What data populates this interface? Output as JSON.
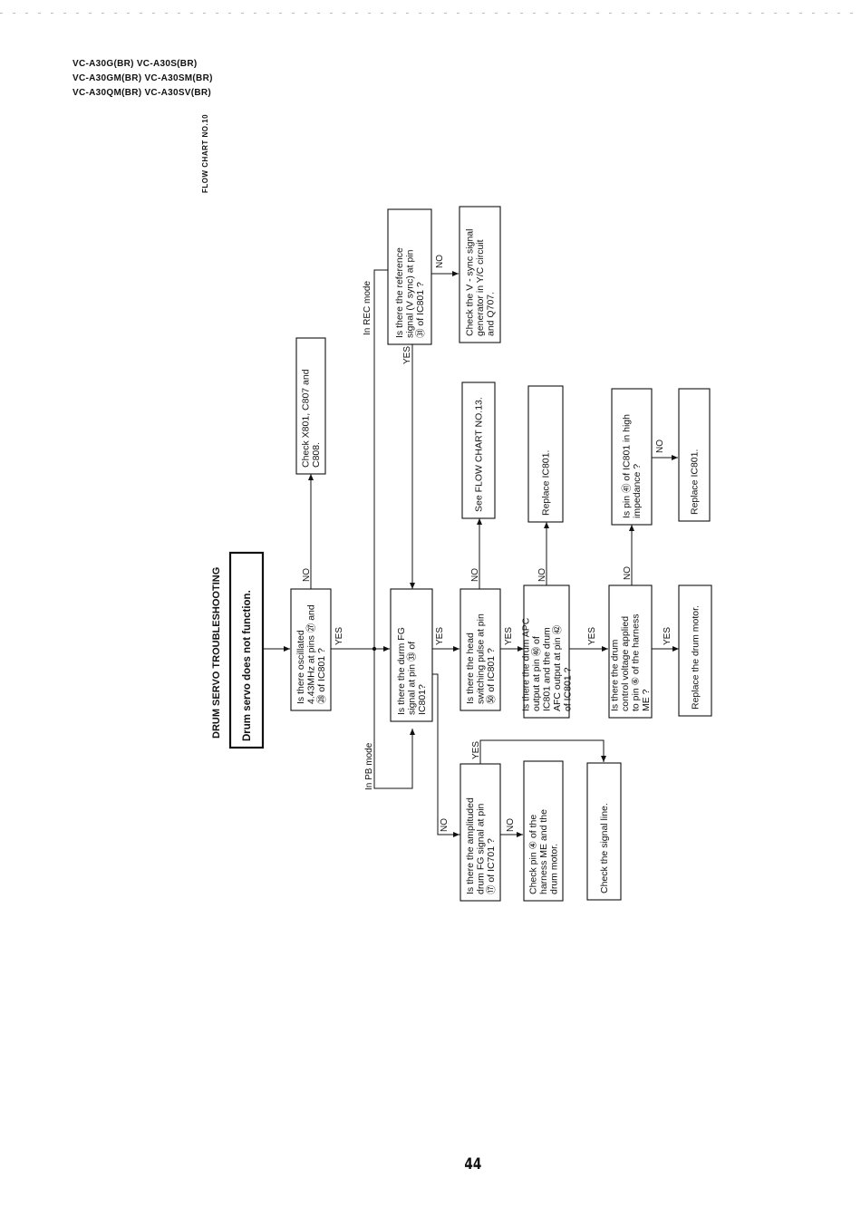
{
  "header": {
    "models": [
      "VC-A30G(BR) VC-A30S(BR)",
      "VC-A30GM(BR) VC-A30SM(BR)",
      "VC-A30QM(BR) VC-A30SV(BR)"
    ],
    "chart_no": "FLOW CHART NO.10"
  },
  "title": "DRUM SERVO TROUBLESHOOTING",
  "start": [
    "Drum servo does not function."
  ],
  "boxes": {
    "q_osc": [
      "Is there oscillated",
      "4.43MHz at pins ㉗ and",
      "㉘ of IC801 ?"
    ],
    "a_xtal": [
      "Check X801, C807 and",
      "C808."
    ],
    "q_ref": [
      "Is there the reference",
      "signal (V sync) at pin",
      "㉛ of IC801 ?"
    ],
    "a_vsync": [
      "Check the V - sync signal",
      "generator in Y/C circuit",
      "and Q707."
    ],
    "q_fg": [
      "Is there the durm FG",
      "signal at pin ㉝ of",
      "IC801?"
    ],
    "q_amp": [
      "Is there the amplituded",
      "drum FG signal at pin",
      "⑰ of IC701 ?"
    ],
    "a_harness": [
      "Check pin ④ of the",
      "harness ME and the",
      "drum motor."
    ],
    "a_signal": [
      "Check the signal line."
    ],
    "q_hsw": [
      "Is there the head",
      "switching pulse at pin",
      "㊿ of IC801 ?"
    ],
    "a_fc13": [
      "See FLOW CHART NO.13."
    ],
    "q_apc": [
      "Is there the drum APC",
      "output at pin ㊵ of",
      "IC801 and the drum",
      "AFC output at pin ㊷",
      "of IC801 ?"
    ],
    "a_rep1": [
      "Replace IC801."
    ],
    "q_ctl": [
      "Is there the drum",
      "control voltage applied",
      "to pin ⑥ of the harness",
      "ME ?"
    ],
    "q_hiz": [
      "Is pin ㊶ of IC801 in high",
      "impedance ?"
    ],
    "a_rep2": [
      "Replace IC801."
    ],
    "a_motor": [
      "Replace the drum motor."
    ]
  },
  "labels": {
    "yes": "YES",
    "no": "NO",
    "pb_mode": "In PB mode",
    "rec_mode": "In REC mode"
  },
  "page_number": "44"
}
